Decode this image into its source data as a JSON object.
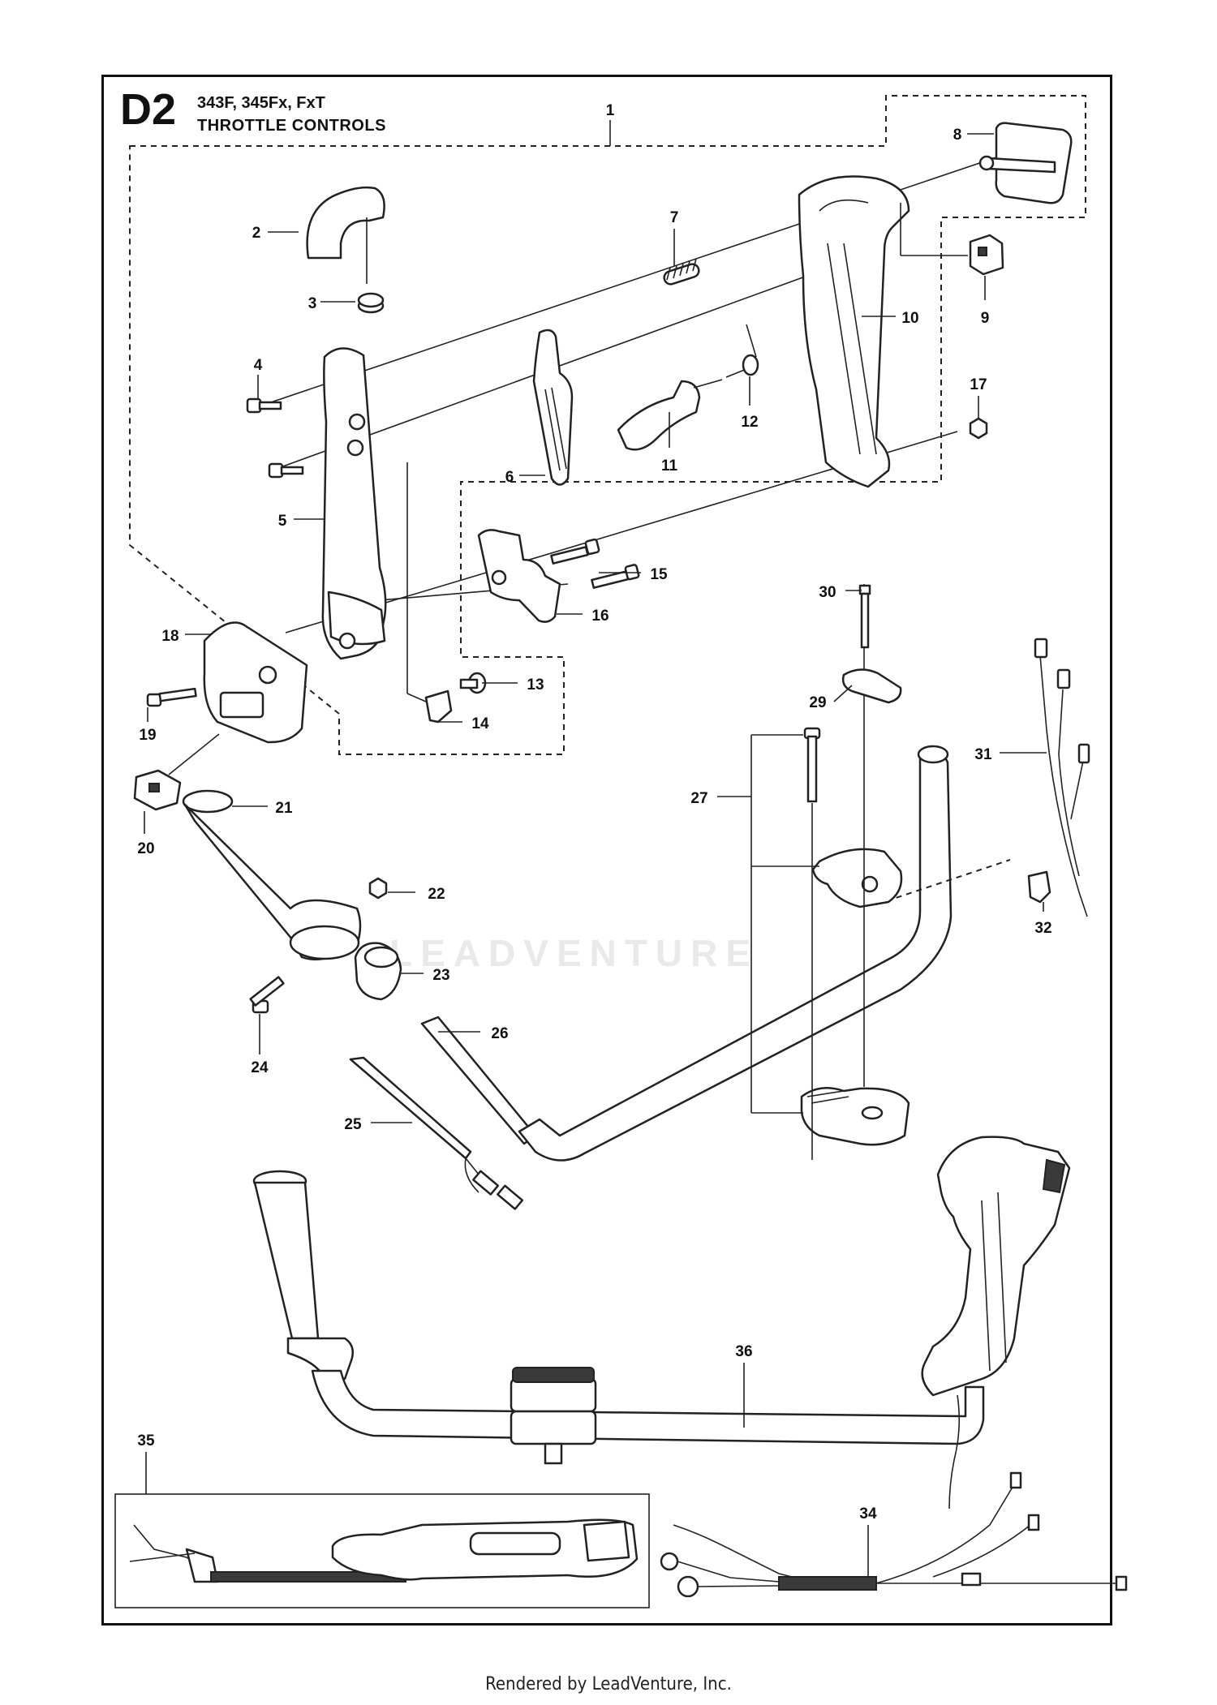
{
  "header": {
    "section_code": "D2",
    "models": "343F, 345Fx, FxT",
    "title": "THROTTLE CONTROLS"
  },
  "watermark_text": "LEADVENTURE",
  "footer": {
    "rendered_by": "Rendered by LeadVenture, Inc."
  },
  "callouts": [
    "1",
    "2",
    "3",
    "4",
    "5",
    "6",
    "7",
    "8",
    "9",
    "10",
    "11",
    "12",
    "13",
    "14",
    "15",
    "16",
    "17",
    "18",
    "19",
    "20",
    "21",
    "22",
    "23",
    "24",
    "25",
    "26",
    "27",
    "29",
    "30",
    "31",
    "32",
    "34",
    "35",
    "36"
  ]
}
